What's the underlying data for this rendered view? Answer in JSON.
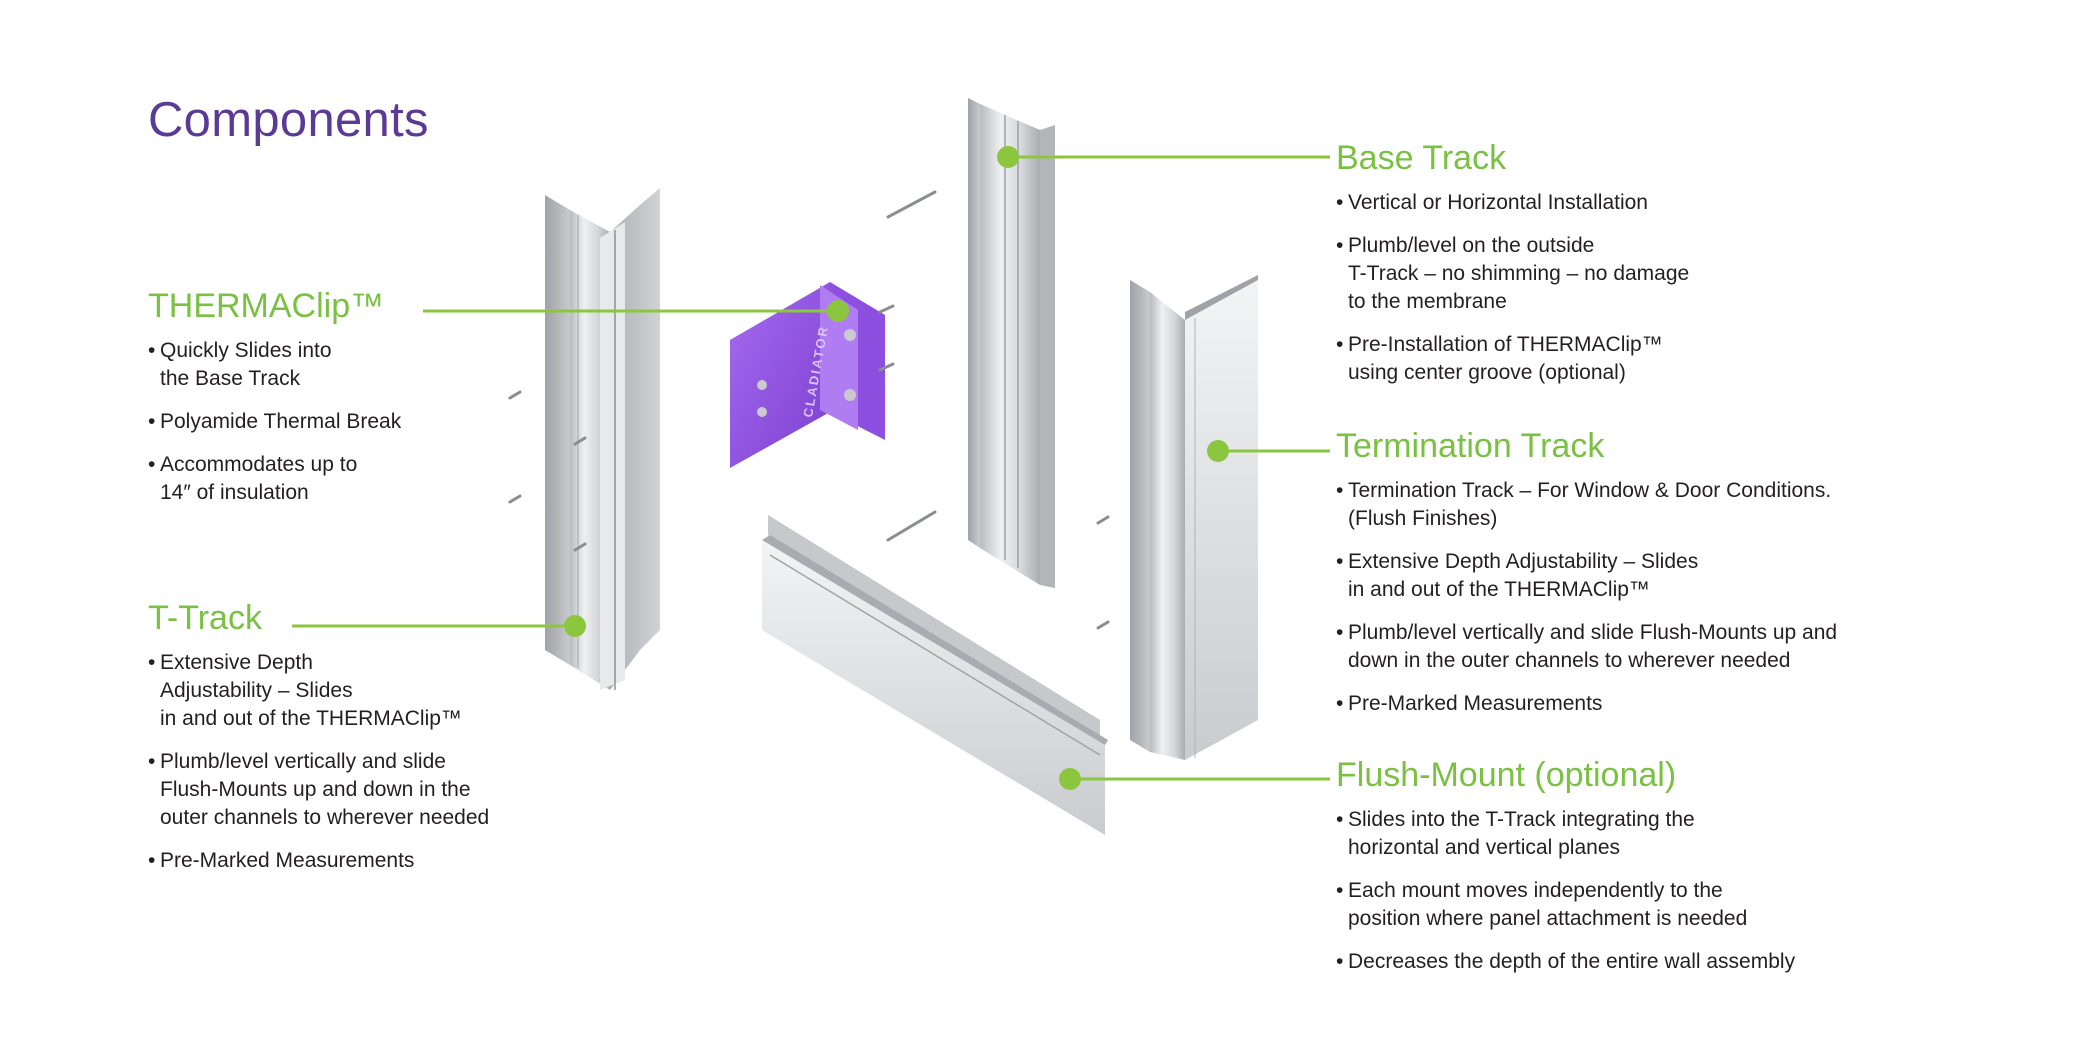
{
  "page": {
    "title": "Components",
    "colors": {
      "title": "#5b3a96",
      "heading": "#7ac143",
      "callout": "#8cc63f",
      "clip": "#9b5fe0",
      "metal": "#d9dadc",
      "text": "#231f20"
    }
  },
  "sections": {
    "thermaclip": {
      "heading": "THERMAClip™",
      "bullets": [
        "Quickly Slides into\n the Base Track",
        "Polyamide Thermal Break",
        "Accommodates up to\n 14″ of insulation"
      ]
    },
    "ttrack": {
      "heading": "T-Track",
      "bullets": [
        "Extensive Depth\n Adjustability – Slides\n in and out of the THERMAClip™",
        "Plumb/level vertically and slide\n Flush-Mounts up and down in the\n outer channels to wherever needed",
        "Pre-Marked Measurements"
      ]
    },
    "basetrack": {
      "heading": "Base Track",
      "bullets": [
        "Vertical or Horizontal Installation",
        "Plumb/level on the outside\n T-Track – no shimming – no damage\n to the membrane",
        "Pre-Installation of THERMAClip™\n using center groove (optional)"
      ]
    },
    "termination": {
      "heading": "Termination Track",
      "bullets": [
        "Termination Track – For Window & Door Conditions.\n (Flush Finishes)",
        "Extensive Depth Adjustability – Slides\n in and out of the THERMAClip™",
        "Plumb/level vertically and slide Flush-Mounts up and\n down in the outer channels to wherever needed",
        "Pre-Marked Measurements"
      ]
    },
    "flushmount": {
      "heading": "Flush-Mount (optional)",
      "bullets": [
        "Slides into the T-Track integrating the\n horizontal and vertical planes",
        "Each mount moves independently to the\n position where panel attachment is needed",
        "Decreases the depth of the entire wall assembly"
      ]
    }
  },
  "clip_branding": "CLADIATOR"
}
